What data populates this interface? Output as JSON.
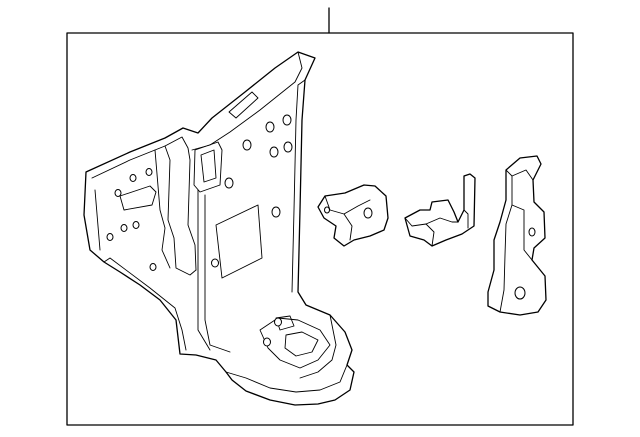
{
  "diagram": {
    "line_color": "#000000",
    "background": "#ffffff",
    "parts": [
      "pillar-panel",
      "upper-bracket",
      "middle-bracket",
      "reinforcement-bracket"
    ]
  }
}
